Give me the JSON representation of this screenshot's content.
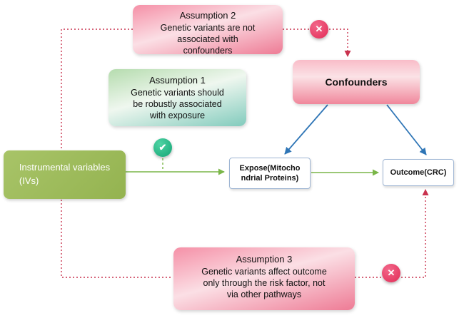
{
  "diagram": {
    "assumption2": {
      "title": "Assumption 2",
      "body": "Genetic variants are not\nassociated with\nconfounders"
    },
    "assumption1": {
      "title": "Assumption 1",
      "body": "Genetic variants should\nbe robustly associated\nwith exposure"
    },
    "assumption3": {
      "title": "Assumption 3",
      "body": "Genetic variants affect outcome\nonly through the risk factor, not\nvia other pathways"
    },
    "confounders_label": "Confounders",
    "iv_label": "Instrumental variables\n(IVs)",
    "exposure_label": "Expose(Mitocho\nndrial Proteins)",
    "outcome_label": "Outcome(CRC)",
    "icons": {
      "cross": "✕",
      "check": "✔"
    },
    "colors": {
      "arrow_green": "#7ab648",
      "arrow_blue": "#2e75b6",
      "dashed_red": "#c9324e",
      "cross_badge": "#e8476b",
      "check_badge": "#27bd8b",
      "iv_box_green": "#9ab957",
      "assumption_pink": "#f28ba1",
      "assumption_green": "#9fd4c3"
    }
  }
}
